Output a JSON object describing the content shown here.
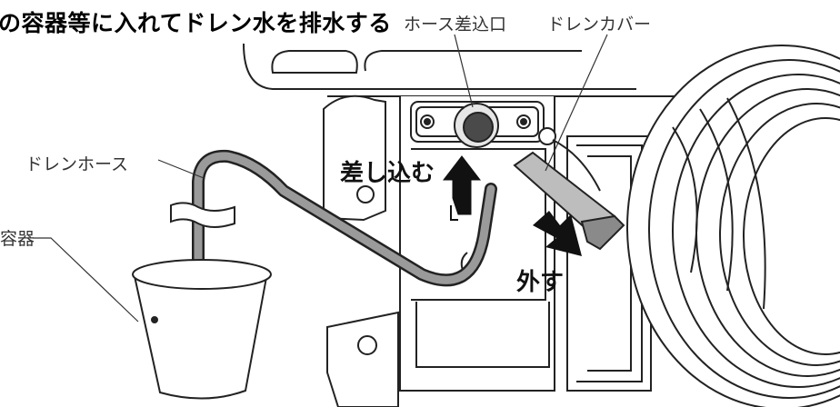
{
  "title": "の容器等に入れてドレン水を排水する",
  "labels": {
    "hose_port": "ホース差込口",
    "drain_cover": "ドレンカバー",
    "drain_hose": "ドレンホース",
    "container": "容器",
    "insert_action": "差し込む",
    "remove_action": "外す"
  },
  "colors": {
    "line": "#222222",
    "hose_fill": "#9a9a9a",
    "arrow": "#111111",
    "background": "#ffffff"
  }
}
